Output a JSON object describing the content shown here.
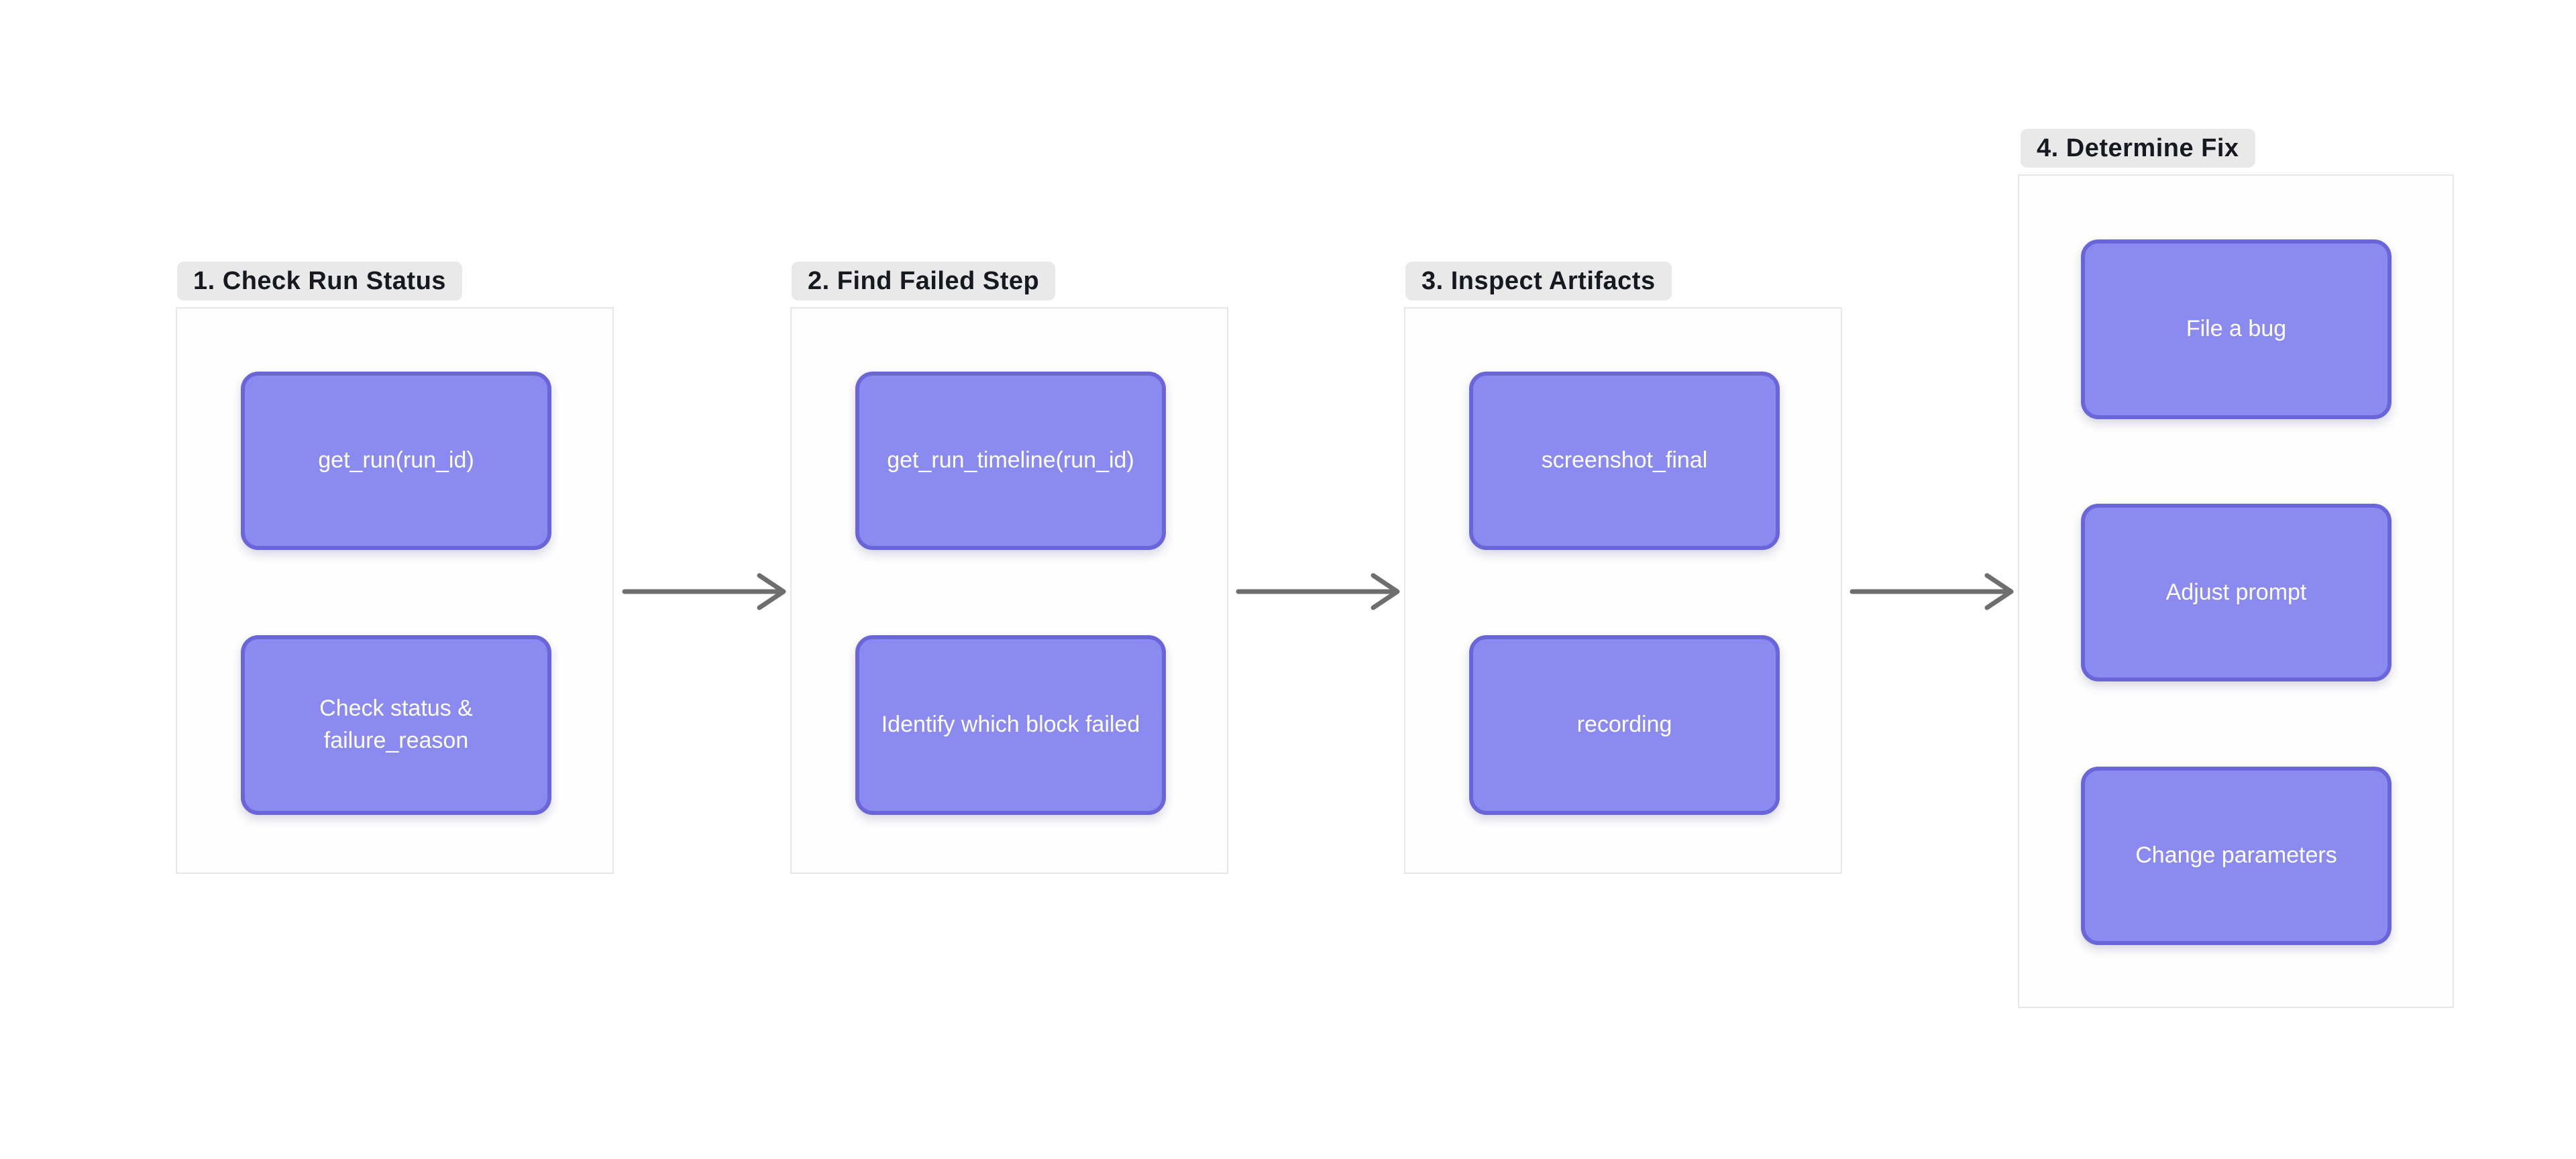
{
  "canvas": {
    "background": "#ffffff"
  },
  "colors": {
    "canvas_bg": "#ffffff",
    "node_fill": "#8a8af0",
    "node_border": "#6a66d9",
    "node_text": "#ffffff",
    "frame_fill": "#fefefe",
    "frame_border": "#e7e7e7",
    "badge_bg": "#e9e9e9",
    "badge_text": "#16191f",
    "arrow": "#6e6e6e"
  },
  "groups": [
    {
      "label": "1. Check Run Status",
      "nodes": [
        {
          "label": "get_run(run_id)"
        },
        {
          "label": "Check status & failure_reason"
        }
      ]
    },
    {
      "label": "2. Find Failed Step",
      "nodes": [
        {
          "label": "get_run_timeline(run_id)"
        },
        {
          "label": "Identify which block failed"
        }
      ]
    },
    {
      "label": "3. Inspect Artifacts",
      "nodes": [
        {
          "label": "screenshot_final"
        },
        {
          "label": "recording"
        }
      ]
    },
    {
      "label": "4. Determine Fix",
      "nodes": [
        {
          "label": "File a bug"
        },
        {
          "label": "Adjust prompt"
        },
        {
          "label": "Change parameters"
        }
      ]
    }
  ],
  "arrows": [
    {
      "from": "1. Check Run Status",
      "to": "2. Find Failed Step"
    },
    {
      "from": "2. Find Failed Step",
      "to": "3. Inspect Artifacts"
    },
    {
      "from": "3. Inspect Artifacts",
      "to": "4. Determine Fix"
    }
  ]
}
